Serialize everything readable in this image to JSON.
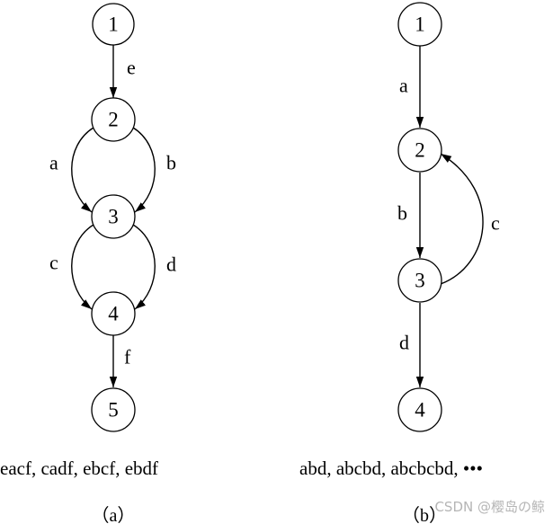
{
  "diagrams": {
    "a": {
      "nodes": [
        "1",
        "2",
        "3",
        "4",
        "5"
      ],
      "edges": [
        {
          "label": "e"
        },
        {
          "label": "a"
        },
        {
          "label": "b"
        },
        {
          "label": "c"
        },
        {
          "label": "d"
        },
        {
          "label": "f"
        }
      ],
      "paths_text": "eacf, cadf, ebcf, ebdf",
      "sublabel": "（a）"
    },
    "b": {
      "nodes": [
        "1",
        "2",
        "3",
        "4"
      ],
      "edges": [
        {
          "label": "a"
        },
        {
          "label": "b"
        },
        {
          "label": "c"
        },
        {
          "label": "d"
        }
      ],
      "paths_text": "abd, abcbd, abcbcbd, •••",
      "sublabel": "（b）"
    }
  },
  "watermark": "CSDN @樱岛の鲸",
  "colors": {
    "stroke": "#000000",
    "background": "#ffffff",
    "watermark": "#b5b5b5"
  }
}
